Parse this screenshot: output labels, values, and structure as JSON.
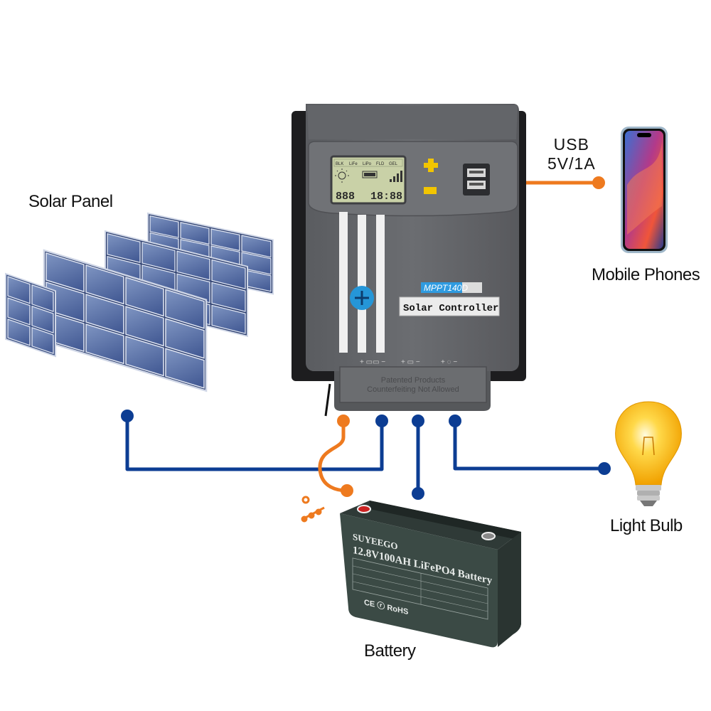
{
  "labels": {
    "solar_panel": "Solar Panel",
    "mobile_phones": "Mobile Phones",
    "light_bulb": "Light Bulb",
    "battery": "Battery",
    "usb": "USB",
    "usb_spec": "5V/1A"
  },
  "controller": {
    "model": "MPPT140D",
    "name": "Solar Controller",
    "patent_line1": "Patented Products",
    "patent_line2": "Counterfeiting Not Allowed",
    "lcd_modes": [
      "BLK",
      "LiFe",
      "LiPo",
      "FLD",
      "GEL"
    ],
    "lcd_digits_left": "888",
    "lcd_digits_right": "18:88"
  },
  "battery_label": {
    "brand": "SUYEEGO",
    "spec": "12.8V100AH LiFePO4 Battery",
    "marks": "CE ⓡ RoHS"
  },
  "colors": {
    "wire_dc": "#0c3d93",
    "wire_usb": "#ee7a1f",
    "controller_body": "#5f6165",
    "controller_panel": "#6a6c70",
    "lcd": "#c9d1a7",
    "button": "#f2c500",
    "battery_case": "#3b4a45"
  }
}
